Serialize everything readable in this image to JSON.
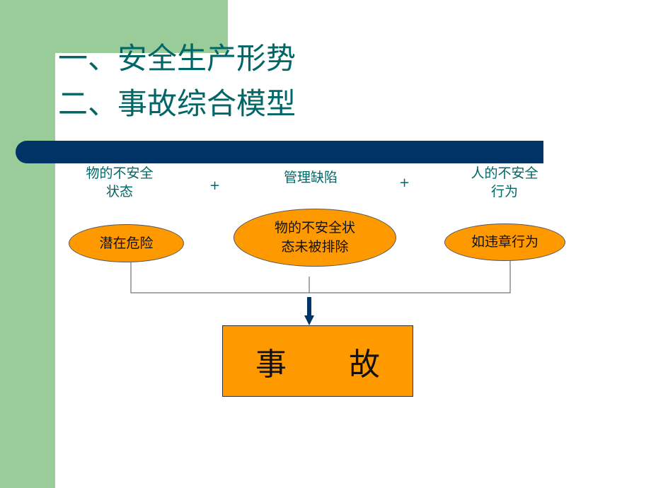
{
  "titles": {
    "line1": "一、安全生产形势",
    "line2": "二、事故综合模型"
  },
  "factors": {
    "object": {
      "line1": "物的不安全",
      "line2": "状态"
    },
    "management": {
      "line1": "管理缺陷"
    },
    "human": {
      "line1": "人的不安全",
      "line2": "行为"
    },
    "plus": "+"
  },
  "ellipses": {
    "left": {
      "line1": "潜在危险"
    },
    "middle": {
      "line1": "物的不安全状",
      "line2": "态未被排除"
    },
    "right": {
      "line1": "如违章行为"
    }
  },
  "result": {
    "label": "事　　故"
  },
  "colors": {
    "green": "#99cc99",
    "navy": "#003366",
    "teal_text": "#006666",
    "orange": "#ff9900"
  }
}
